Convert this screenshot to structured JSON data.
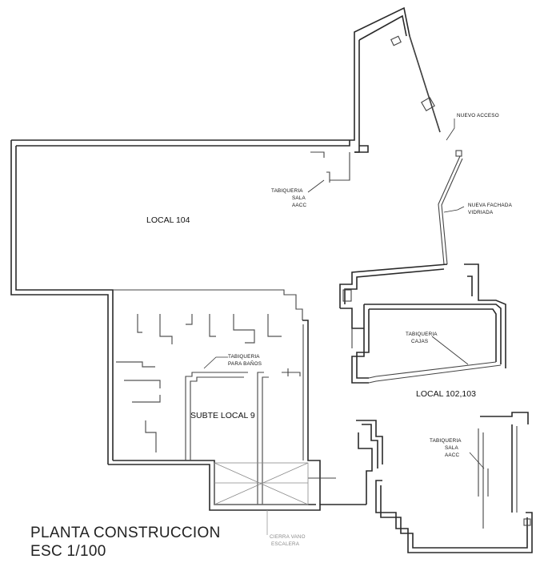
{
  "title": {
    "line1": "PLANTA CONSTRUCCION",
    "line2": "ESC 1/100"
  },
  "rooms": {
    "local_104": "LOCAL 104",
    "subte_local_9": "SUBTE LOCAL 9",
    "local_102_103": "LOCAL 102,103"
  },
  "notes": {
    "nuevo_acceso": [
      "NUEVO ACCESO"
    ],
    "nueva_fachada": [
      "NUEVA FACHADA",
      "VIDRIADA"
    ],
    "tabiqueria_sala_aacc_1": [
      "TABIQUERIA",
      "SALA",
      "AACC"
    ],
    "tabiqueria_cajas": [
      "TABIQUERIA",
      "CAJAS"
    ],
    "tabiqueria_banos": [
      "TABIQUERIA",
      "PARA BAÑOS"
    ],
    "tabiqueria_sala_aacc_2": [
      "TABIQUERIA",
      "SALA",
      "AACC"
    ],
    "cierra_vano": [
      "CIERRA VANO",
      "ESCALERA"
    ]
  },
  "colors": {
    "wall": "#2a2a2a",
    "annotation_grey": "#8a8a8a",
    "background": "#ffffff"
  }
}
